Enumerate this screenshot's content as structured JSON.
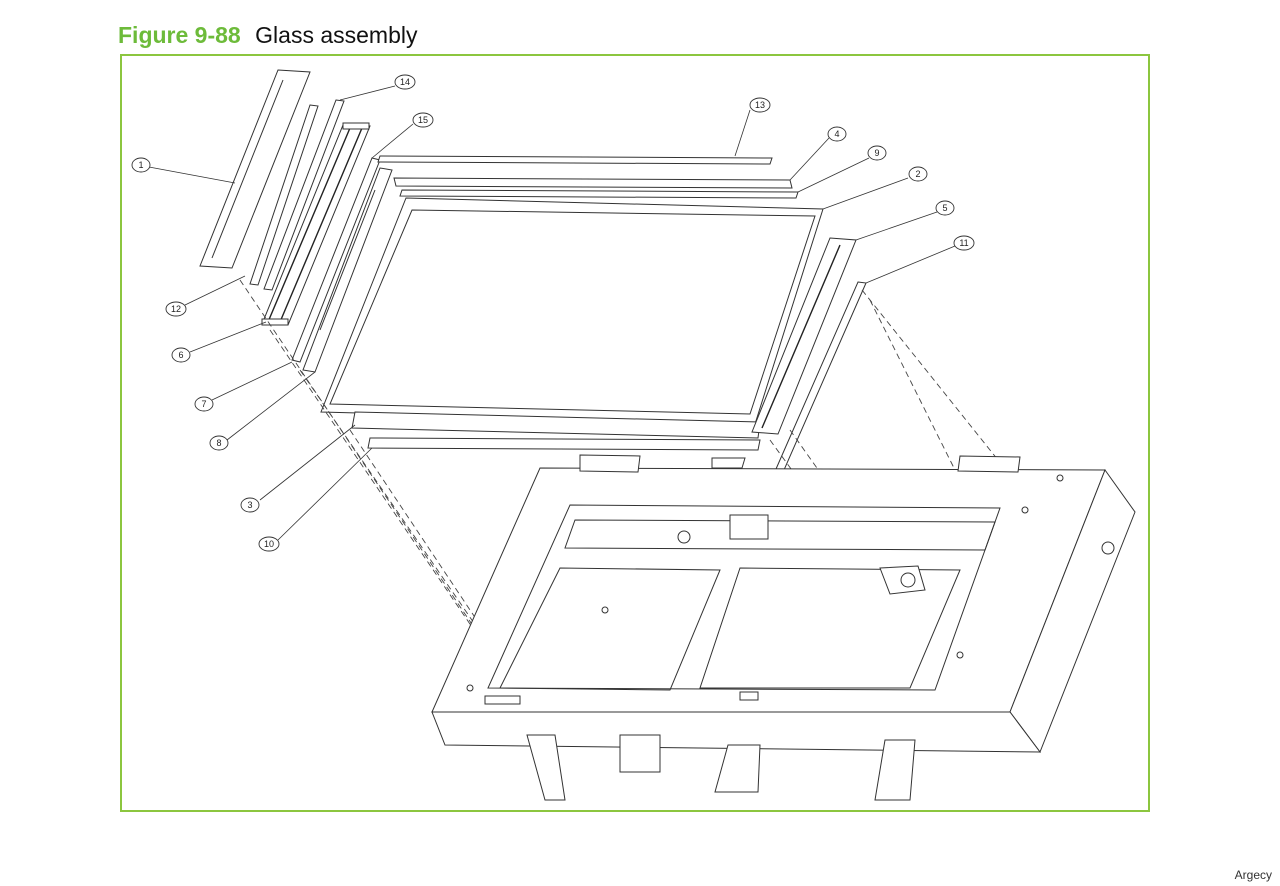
{
  "figure": {
    "number": "Figure 9-88",
    "caption": "Glass assembly"
  },
  "colors": {
    "title_accent": "#6dbb3a",
    "frame_border": "#8cc63f"
  },
  "callouts": [
    "1",
    "2",
    "3",
    "4",
    "5",
    "6",
    "7",
    "8",
    "9",
    "10",
    "11",
    "12",
    "13",
    "14",
    "15"
  ],
  "watermark": "Argecy"
}
